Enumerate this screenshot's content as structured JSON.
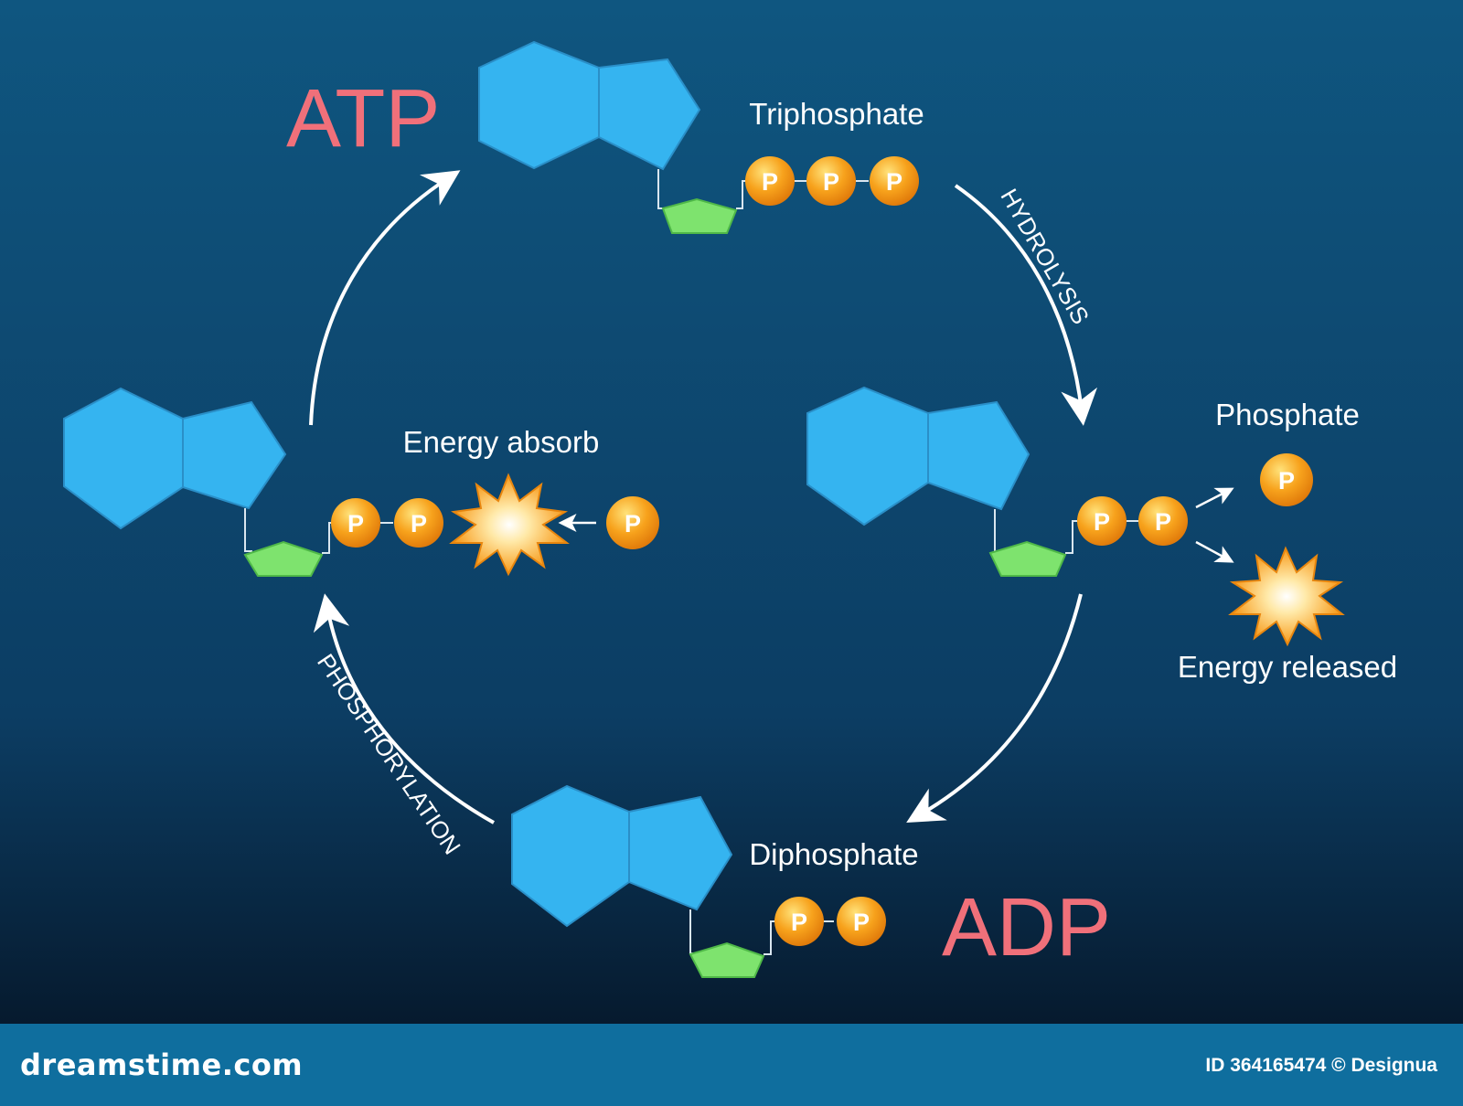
{
  "title_atp": "ATP",
  "title_adp": "ADP",
  "labels": {
    "triphosphate": "Triphosphate",
    "diphosphate": "Diphosphate",
    "phosphate": "Phosphate",
    "energy_absorb": "Energy absorb",
    "energy_released": "Energy released",
    "hydrolysis": "HYDROLYSIS",
    "phosphorylation": "PHOSPHORYLATION"
  },
  "phosphate_symbol": "P",
  "footer": {
    "brand": "dreamstime.com",
    "credit": "ID 364165474 © Designua"
  },
  "colors": {
    "background": "#0d3a5e",
    "nucleobase": "#35b4f0",
    "sugar": "#7ee36e",
    "phosphate": "#f7a21c",
    "title": "#f0707a",
    "footer": "#0f6e9e"
  }
}
